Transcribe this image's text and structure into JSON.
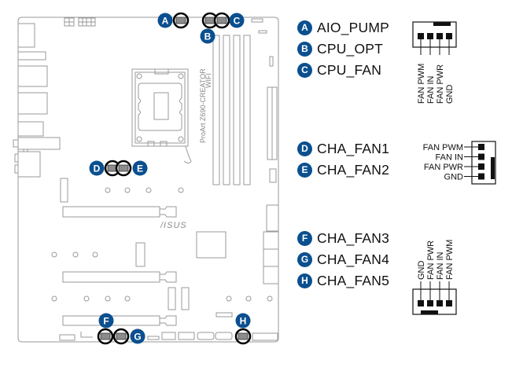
{
  "board": {
    "model_label_line1": "ProArt Z690-CREATOR",
    "model_label_line2": "WIFI",
    "brand_logo": "/ISUS",
    "markers": [
      {
        "letter": "A",
        "header": "AIO_PUMP"
      },
      {
        "letter": "B",
        "header": "CPU_OPT"
      },
      {
        "letter": "C",
        "header": "CPU_FAN"
      },
      {
        "letter": "D",
        "header": "CHA_FAN1"
      },
      {
        "letter": "E",
        "header": "CHA_FAN2"
      },
      {
        "letter": "F",
        "header": "CHA_FAN3"
      },
      {
        "letter": "G",
        "header": "CHA_FAN4"
      },
      {
        "letter": "H",
        "header": "CHA_FAN5"
      }
    ]
  },
  "colors": {
    "badge": "#0b4f8f",
    "board_line": "#9a9a9a",
    "connector_fill": "#8c8c8c",
    "highlight_ring": "#000000"
  },
  "legend_groups": [
    {
      "items": [
        {
          "letter": "A",
          "label": "AIO_PUMP"
        },
        {
          "letter": "B",
          "label": "CPU_OPT"
        },
        {
          "letter": "C",
          "label": "CPU_FAN"
        }
      ],
      "pinout_orientation": "vertical-top-key",
      "pins": [
        "FAN PWM",
        "FAN IN",
        "FAN PWR",
        "GND"
      ]
    },
    {
      "items": [
        {
          "letter": "D",
          "label": "CHA_FAN1"
        },
        {
          "letter": "E",
          "label": "CHA_FAN2"
        }
      ],
      "pinout_orientation": "horizontal-right-key",
      "pins": [
        "FAN PWM",
        "FAN IN",
        "FAN PWR",
        "GND"
      ]
    },
    {
      "items": [
        {
          "letter": "F",
          "label": "CHA_FAN3"
        },
        {
          "letter": "G",
          "label": "CHA_FAN4"
        },
        {
          "letter": "H",
          "label": "CHA_FAN5"
        }
      ],
      "pinout_orientation": "vertical-bottom-key",
      "pins": [
        "GND",
        "FAN PWR",
        "FAN IN",
        "FAN PWM"
      ]
    }
  ]
}
